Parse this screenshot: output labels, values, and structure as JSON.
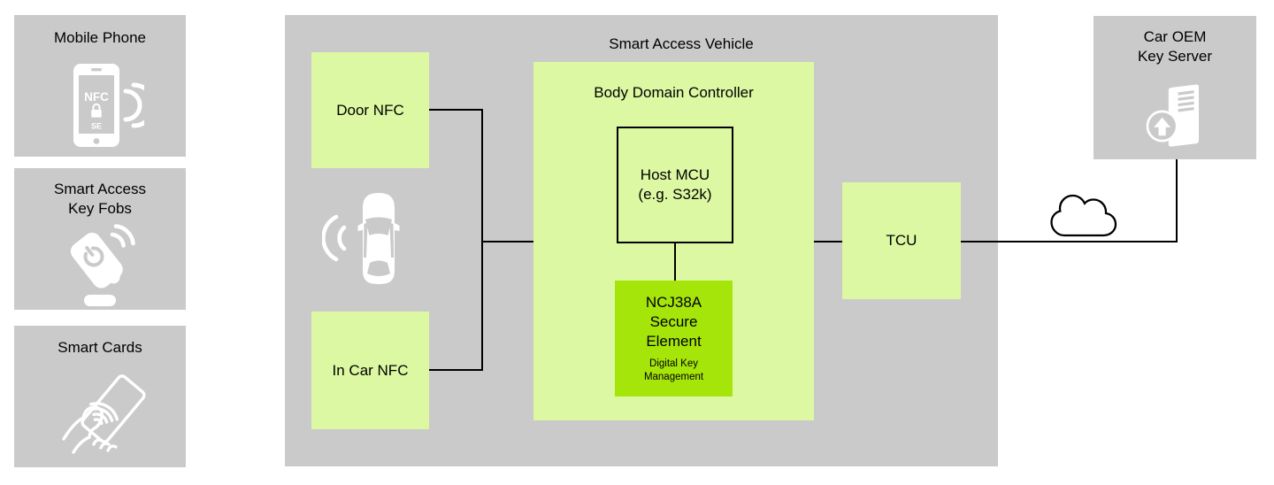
{
  "colors": {
    "panel_gray": "#cacaca",
    "light_green": "#dcf8a2",
    "bright_green": "#a6e50a",
    "line_black": "#000000"
  },
  "sources": {
    "mobile_phone": {
      "label": "Mobile Phone",
      "phone_screen_text": "NFC",
      "phone_se_text": "SE"
    },
    "key_fobs": {
      "label_line1": "Smart Access",
      "label_line2": "Key Fobs"
    },
    "smart_cards": {
      "label": "Smart Cards"
    }
  },
  "vehicle": {
    "title": "Smart Access Vehicle",
    "door_nfc_label": "Door NFC",
    "in_car_nfc_label": "In Car NFC",
    "bdc": {
      "title": "Body Domain Controller",
      "host_mcu_line1": "Host MCU",
      "host_mcu_line2": "(e.g. S32k)",
      "secure_element_line1": "NCJ38A",
      "secure_element_line2": "Secure",
      "secure_element_line3": "Element",
      "secure_element_sub1": "Digital Key",
      "secure_element_sub2": "Management"
    },
    "tcu_label": "TCU"
  },
  "server": {
    "label_line1": "Car OEM",
    "label_line2": "Key Server"
  },
  "icons": {
    "phone": "nfc-phone-icon",
    "fob": "key-fob-icon",
    "card": "contactless-card-icon",
    "car": "car-top-view-icon",
    "cloud": "cloud-icon",
    "server": "key-server-upload-icon"
  }
}
